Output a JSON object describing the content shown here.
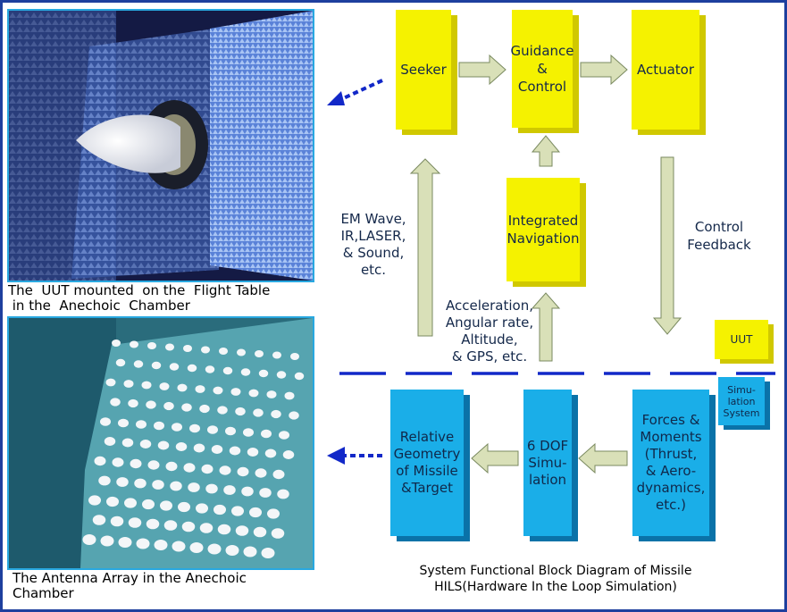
{
  "photos": {
    "uut_caption_line1": "The  UUT mounted  on the  Flight Table",
    "uut_caption_line2": " in the  Anechoic  Chamber",
    "antenna_caption_line1": "The Antenna Array in the Anechoic",
    "antenna_caption_line2": "Chamber"
  },
  "blocks": {
    "seeker": "Seeker",
    "guidance_line1": "Guidance",
    "guidance_line2": "&",
    "guidance_line3": "Control",
    "actuator": "Actuator",
    "nav_line1": "Integrated",
    "nav_line2": "Navigation",
    "uut": "UUT",
    "sim_line1": "Simu-",
    "sim_line2": "lation",
    "sim_line3": "System",
    "relgeo_line1": "Relative",
    "relgeo_line2": "Geometry",
    "relgeo_line3": "of Missile",
    "relgeo_line4": "&Target",
    "dof_line1": "6 DOF",
    "dof_line2": "Simu-",
    "dof_line3": "lation",
    "forces_line1": "Forces &",
    "forces_line2": "Moments",
    "forces_line3": "(Thrust,",
    "forces_line4": "& Aero-",
    "forces_line5": "dynamics,",
    "forces_line6": "etc.)"
  },
  "labels": {
    "em_line1": "EM Wave,",
    "em_line2": "IR,LASER,",
    "em_line3": "& Sound,",
    "em_line4": "etc.",
    "accel_line1": "Acceleration,",
    "accel_line2": "Angular rate,",
    "accel_line3": "Altitude,",
    "accel_line4": "& GPS, etc.",
    "control_line1": "Control",
    "control_line2": "Feedback"
  },
  "title": {
    "line1": "System Functional Block Diagram of Missile",
    "line2": "HILS(Hardware In the Loop Simulation)"
  },
  "colors": {
    "frame": "#1e3f9e",
    "yellow_block": "#f5f200",
    "blue_block": "#1aaee8",
    "arrow_fill": "#d9e0b8",
    "dashed_line": "#1228c8"
  }
}
